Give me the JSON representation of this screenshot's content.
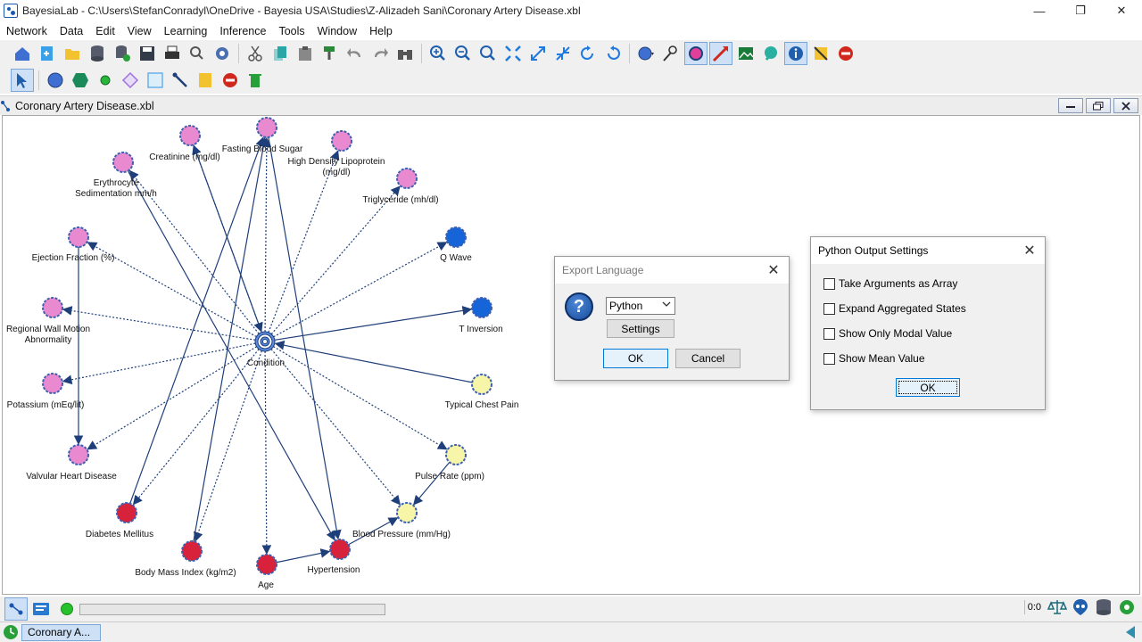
{
  "window": {
    "title": "BayesiaLab - C:\\Users\\StefanConradyl\\OneDrive - Bayesia USA\\Studies\\Z-Alizadeh Sani\\Coronary Artery Disease.xbl",
    "minimize": "—",
    "restore": "❐",
    "close": "✕"
  },
  "menu": [
    "Network",
    "Data",
    "Edit",
    "View",
    "Learning",
    "Inference",
    "Tools",
    "Window",
    "Help"
  ],
  "toolbar1": [
    {
      "name": "home-icon",
      "color": "#3f6fd1"
    },
    {
      "name": "new-network-icon",
      "color": "#3aa0e8"
    },
    {
      "name": "open-folder-icon",
      "color": "#f2c230"
    },
    {
      "name": "database-icon",
      "color": "#555b6b"
    },
    {
      "name": "database-link-icon",
      "color": "#555b6b"
    },
    {
      "name": "save-icon",
      "color": "#333a48"
    },
    {
      "name": "print-icon",
      "color": "#333"
    },
    {
      "name": "search-dropdown-icon",
      "color": "#555"
    },
    {
      "name": "gear-icon",
      "color": "#4a6fb0"
    },
    {
      "sep": true
    },
    {
      "name": "cut-icon",
      "color": "#555"
    },
    {
      "name": "copy-icon",
      "color": "#2aa6a6"
    },
    {
      "name": "paste-icon",
      "color": "#888"
    },
    {
      "name": "format-painter-icon",
      "color": "#2b8a3a"
    },
    {
      "name": "undo-icon",
      "color": "#888"
    },
    {
      "name": "redo-icon",
      "color": "#888"
    },
    {
      "name": "binoculars-icon",
      "color": "#555"
    },
    {
      "sep": true
    },
    {
      "name": "zoom-in-icon",
      "color": "#1f5fae"
    },
    {
      "name": "zoom-out-icon",
      "color": "#1f5fae"
    },
    {
      "name": "zoom-fit-icon",
      "color": "#1f5fae"
    },
    {
      "name": "fit-window-icon",
      "color": "#1f7ae0"
    },
    {
      "name": "expand-icon",
      "color": "#1f7ae0"
    },
    {
      "name": "collapse-icon",
      "color": "#1f7ae0"
    },
    {
      "name": "rotate-left-icon",
      "color": "#1f7ae0"
    },
    {
      "name": "rotate-right-icon",
      "color": "#1f7ae0"
    },
    {
      "sep": true
    },
    {
      "name": "node-style-icon",
      "color": "#3f6fd1"
    },
    {
      "name": "node-info-icon",
      "color": "#333"
    },
    {
      "name": "color-node-icon",
      "color": "#e0409a",
      "active": true
    },
    {
      "name": "arc-color-icon",
      "color": "#d0281c",
      "active": true
    },
    {
      "name": "image-icon",
      "color": "#1a7a3a"
    },
    {
      "name": "comment-icon",
      "color": "#2ab0a0"
    },
    {
      "name": "info-icon",
      "color": "#1f5fae",
      "active": true
    },
    {
      "name": "note-icon",
      "color": "#f2c230"
    },
    {
      "name": "no-entry-icon",
      "color": "#d0281c"
    }
  ],
  "toolbar2": [
    {
      "name": "select-arrow-icon",
      "color": "#1f5fae",
      "active": true
    },
    {
      "sep": true
    },
    {
      "name": "circle-node-icon",
      "color": "#3f6fd1"
    },
    {
      "name": "hexagon-node-icon",
      "color": "#1a8a5a"
    },
    {
      "name": "small-node-icon",
      "color": "#27b53a"
    },
    {
      "name": "diamond-node-icon",
      "color": "#a070e0"
    },
    {
      "name": "square-node-icon",
      "color": "#6ab0e8"
    },
    {
      "name": "arc-tool-icon",
      "color": "#1f3f7a"
    },
    {
      "name": "note-tool-icon",
      "color": "#f2c230"
    },
    {
      "name": "stop-icon",
      "color": "#d0281c"
    },
    {
      "name": "trash-icon",
      "color": "#27a03a"
    }
  ],
  "network": {
    "tab_title": "Coronary Artery Disease.xbl",
    "center": "Condition",
    "nodes": [
      {
        "id": "creat",
        "label": "Creatinine (mg/dl)",
        "color": "#e98ad0"
      },
      {
        "id": "fbs",
        "label": "Fasting Blood Sugar",
        "color": "#e98ad0"
      },
      {
        "id": "hdl",
        "label": "High Density Lipoprotein (mg/dl)",
        "color": "#e98ad0"
      },
      {
        "id": "esr",
        "label": "Erythrocyte Sedimentation mm/h",
        "color": "#e98ad0"
      },
      {
        "id": "tg",
        "label": "Triglyceride (mh/dl)",
        "color": "#e98ad0"
      },
      {
        "id": "qwave",
        "label": "Q Wave",
        "color": "#1565d8"
      },
      {
        "id": "ef",
        "label": "Ejection Fraction (%)",
        "color": "#e98ad0"
      },
      {
        "id": "tinv",
        "label": "T Inversion",
        "color": "#1565d8"
      },
      {
        "id": "rwma",
        "label": "Regional Wall Motion Abnormality",
        "color": "#e98ad0"
      },
      {
        "id": "tcp",
        "label": "Typical Chest Pain",
        "color": "#f7f5a8"
      },
      {
        "id": "k",
        "label": "Potassium (mEq/lit)",
        "color": "#e98ad0"
      },
      {
        "id": "pr",
        "label": "Pulse Rate (ppm)",
        "color": "#f7f5a8"
      },
      {
        "id": "vhd",
        "label": "Valvular Heart Disease",
        "color": "#e98ad0"
      },
      {
        "id": "bp",
        "label": "Blood Pressure (mm/Hg)",
        "color": "#f7f5a8"
      },
      {
        "id": "dm",
        "label": "Diabetes Mellitus",
        "color": "#d8223c"
      },
      {
        "id": "bmi",
        "label": "Body Mass Index (kg/m2)",
        "color": "#d8223c"
      },
      {
        "id": "age",
        "label": "Age",
        "color": "#d8223c"
      },
      {
        "id": "htn",
        "label": "Hypertension",
        "color": "#d8223c"
      },
      {
        "id": "cond",
        "label": "Condition",
        "color": "#5a8ae0"
      }
    ],
    "arcs": [
      {
        "from": "cond",
        "to": "creat",
        "style": "dotted"
      },
      {
        "from": "cond",
        "to": "fbs",
        "style": "dotted"
      },
      {
        "from": "cond",
        "to": "hdl",
        "style": "dotted"
      },
      {
        "from": "cond",
        "to": "esr",
        "style": "dotted"
      },
      {
        "from": "cond",
        "to": "tg",
        "style": "dotted"
      },
      {
        "from": "cond",
        "to": "qwave",
        "style": "dotted"
      },
      {
        "from": "cond",
        "to": "ef",
        "style": "dotted"
      },
      {
        "from": "cond",
        "to": "tinv",
        "style": "solid"
      },
      {
        "from": "cond",
        "to": "rwma",
        "style": "dotted"
      },
      {
        "from": "tcp",
        "to": "cond",
        "style": "solid"
      },
      {
        "from": "cond",
        "to": "k",
        "style": "dotted"
      },
      {
        "from": "cond",
        "to": "pr",
        "style": "dotted"
      },
      {
        "from": "cond",
        "to": "vhd",
        "style": "dotted"
      },
      {
        "from": "cond",
        "to": "bp",
        "style": "dotted"
      },
      {
        "from": "cond",
        "to": "dm",
        "style": "dotted"
      },
      {
        "from": "cond",
        "to": "bmi",
        "style": "dotted"
      },
      {
        "from": "cond",
        "to": "age",
        "style": "dotted"
      },
      {
        "from": "ef",
        "to": "vhd",
        "style": "solid"
      },
      {
        "from": "dm",
        "to": "fbs",
        "style": "solid"
      },
      {
        "from": "bmi",
        "to": "fbs",
        "style": "solid"
      },
      {
        "from": "creat",
        "to": "cond",
        "style": "solid"
      },
      {
        "from": "esr",
        "to": "htn",
        "style": "solid"
      },
      {
        "from": "age",
        "to": "htn",
        "style": "solid"
      },
      {
        "from": "htn",
        "to": "bp",
        "style": "solid"
      },
      {
        "from": "pr",
        "to": "bp",
        "style": "solid"
      },
      {
        "from": "fbs",
        "to": "htn",
        "style": "solid"
      }
    ]
  },
  "export_dialog": {
    "title": "Export Language",
    "close": "✕",
    "language": "Python",
    "settings_label": "Settings",
    "ok_label": "OK",
    "cancel_label": "Cancel",
    "icon_glyph": "?"
  },
  "python_dialog": {
    "title": "Python Output Settings",
    "close": "✕",
    "options": [
      "Take Arguments as Array",
      "Expand Aggregated States",
      "Show Only Modal Value",
      "Show Mean Value"
    ],
    "ok_label": "OK"
  },
  "statusbar": {
    "counter": "0:0"
  },
  "taskbar": {
    "item": "Coronary A..."
  }
}
